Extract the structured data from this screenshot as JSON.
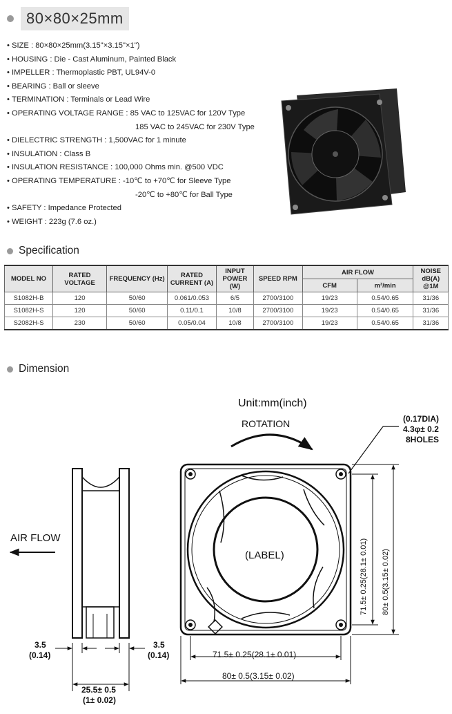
{
  "title": "80×80×25mm",
  "properties": [
    {
      "text": "SIZE : 80×80×25mm(3.15\"×3.15\"×1\")"
    },
    {
      "text": "HOUSING : Die - Cast Aluminum, Painted Black"
    },
    {
      "text": "IMPELLER : Thermoplastic PBT, UL94V-0"
    },
    {
      "text": "BEARING : Ball or sleeve"
    },
    {
      "text": "TERMINATION : Terminals or Lead Wire"
    },
    {
      "text": "OPERATING VOLTAGE RANGE : 85 VAC to 125VAC for 120V Type",
      "cont": "185 VAC to 245VAC for 230V Type"
    },
    {
      "text": "DIELECTRIC STRENGTH : 1,500VAC for 1 minute"
    },
    {
      "text": "INSULATION : Class B"
    },
    {
      "text": "INSULATION RESISTANCE : 100,000 Ohms min. @500 VDC"
    },
    {
      "text": "OPERATING TEMPERATURE : -10℃ to +70℃ for Sleeve Type",
      "cont": "-20℃ to +80℃ for Ball Type"
    },
    {
      "text": "SAFETY : Impedance Protected"
    },
    {
      "text": "WEIGHT : 223g (7.6 oz.)"
    }
  ],
  "specification": {
    "heading": "Specification",
    "headers": {
      "model": "MODEL NO",
      "voltage": "RATED VOLTAGE",
      "frequency": "FREQUENCY (Hz)",
      "current": "RATED CURRENT (A)",
      "power": "INPUT POWER (W)",
      "speed": "SPEED RPM",
      "airflow": "AIR FLOW",
      "cfm": "CFM",
      "m3": "m³/min",
      "noise": "NOISE dB(A) @1M"
    },
    "rows": [
      [
        "S1082H-B",
        "120",
        "50/60",
        "0.061/0.053",
        "6/5",
        "2700/3100",
        "19/23",
        "0.54/0.65",
        "31/36"
      ],
      [
        "S1082H-S",
        "120",
        "50/60",
        "0.11/0.1",
        "10/8",
        "2700/3100",
        "19/23",
        "0.54/0.65",
        "31/36"
      ],
      [
        "S2082H-S",
        "230",
        "50/60",
        "0.05/0.04",
        "10/8",
        "2700/3100",
        "19/23",
        "0.54/0.65",
        "31/36"
      ]
    ]
  },
  "dimension": {
    "heading": "Dimension",
    "unit": "Unit:mm(inch)",
    "rotation": "ROTATION",
    "air_flow": "AIR FLOW",
    "hole_note_1": "(0.17DIA)",
    "hole_note_2": "4.3φ± 0.2",
    "hole_note_3": "8HOLES",
    "label": "(LABEL)",
    "vert_inner": "71.5± 0.25(28.1± 0.01)",
    "vert_outer": "80± 0.5(3.15± 0.02)",
    "horiz_inner": "71.5± 0.25(28.1± 0.01)",
    "horiz_outer": "80± 0.5(3.15± 0.02)",
    "side_left_mm": "3.5",
    "side_left_in": "(0.14)",
    "side_right_mm": "3.5",
    "side_right_in": "(0.14)",
    "depth_mm": "25.5± 0.5",
    "depth_in": "(1± 0.02)"
  },
  "colors": {
    "heading_dot": "#9a9a9a",
    "title_bg": "#e6e6e6",
    "table_header_bg": "#e6e6e6"
  }
}
